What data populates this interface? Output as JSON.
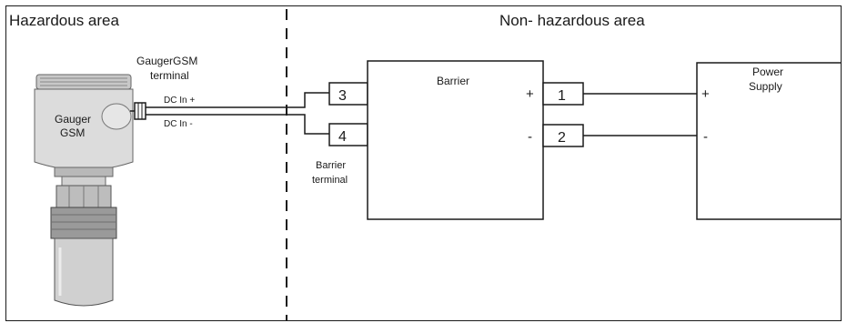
{
  "areas": {
    "hazardous": "Hazardous area",
    "non_hazardous": "Non- hazardous area"
  },
  "device": {
    "name_line1": "Gauger",
    "name_line2": "GSM",
    "terminal_label_line1": "GaugerGSM",
    "terminal_label_line2": "terminal",
    "dc_plus": "DC In +",
    "dc_minus": "DC In -"
  },
  "barrier": {
    "title": "Barrier",
    "terminal_label_line1": "Barrier",
    "terminal_label_line2": "terminal",
    "input_terminals": [
      "3",
      "4"
    ],
    "output_terminals": [
      "1",
      "2"
    ],
    "plus": "+",
    "minus": "-"
  },
  "power_supply": {
    "title_line1": "Power",
    "title_line2": "Supply",
    "plus": "+",
    "minus": "-"
  },
  "colors": {
    "line": "#1a1a1a",
    "device_body": "#d4d4d4",
    "device_dark": "#8a8a8a"
  }
}
